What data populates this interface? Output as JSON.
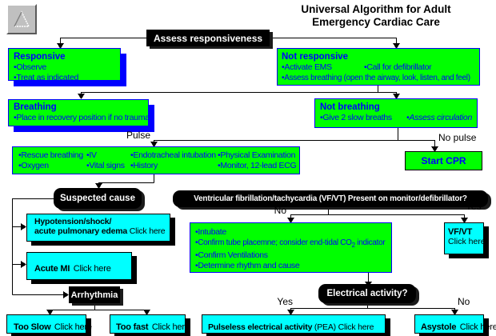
{
  "app": {
    "title_line1": "Universal Algorithm for Adult",
    "title_line2": "Emergency Cardiac Care"
  },
  "colors": {
    "node_green": "#00ff00",
    "link_cyan": "#00ffff",
    "text_blue": "#0000ff",
    "label_black": "#000000",
    "background": "#ffffff"
  },
  "labels": {
    "pulse": "Pulse",
    "no_pulse": "No pulse",
    "vf_no": "No",
    "vf_yes": "Yes",
    "ea_yes": "Yes",
    "ea_no": "No"
  },
  "nodes": {
    "assess": "Assess responsiveness",
    "responsive": {
      "title": "Responsive",
      "bullets": [
        "•Observe",
        "•Treat as indicated"
      ]
    },
    "not_responsive": {
      "title": "Not responsive",
      "row1a": "•Activate EMS",
      "row1b": "•Call for defibrillator",
      "row2": "•Assess breathing (open the airway, look, listen, and feel)"
    },
    "breathing": {
      "title": "Breathing",
      "bullet": "•Place in recovery position if no trauma"
    },
    "not_breathing": {
      "title": "Not breathing",
      "bullet1": "•Give 2 slow breaths",
      "bullet2": "•Assess circulation"
    },
    "assessment": {
      "col1": [
        "•Rescue breathing",
        "•Oxygen"
      ],
      "col2": [
        "•IV",
        "•Vital signs"
      ],
      "col3": [
        "•Endotracheal intubation",
        "•History"
      ],
      "col4": [
        "•Physical Examination",
        "•Monitor, 12-lead ECG"
      ]
    },
    "start_cpr": "Start CPR",
    "suspected_cause": "Suspected cause",
    "hypotension": {
      "line1": "Hypotension/shock/",
      "line2": "acute pulmonary edema",
      "link": "Click here"
    },
    "acute_mi": {
      "title": "Acute MI",
      "link": "Click here"
    },
    "arrhythmia": "Arrhythmia",
    "too_slow": {
      "title": "Too Slow",
      "link": "Click here"
    },
    "too_fast": {
      "title": "Too fast",
      "link": "Click here"
    },
    "vf_question": "Ventricular fibrillation/tachycardia (VF/VT) Present on monitor/defibrillator?",
    "intubate": {
      "b1": "•Intubate",
      "b2_pre": "•Confirm tube placemne; consider end-tidal CO",
      "b2_sub": "2",
      "b2_post": " indicator",
      "b3": "•Confirm Ventilations",
      "b4": "•Determine rhythm and cause"
    },
    "vfvt": {
      "title": "VF/VT",
      "link": "Click here"
    },
    "electrical": "Electrical activity?",
    "pea": {
      "title": "Pulseless electrical activity",
      "suffix": " (PEA) Click here"
    },
    "asystole": {
      "title": "Asystole",
      "link": "Click here"
    }
  }
}
